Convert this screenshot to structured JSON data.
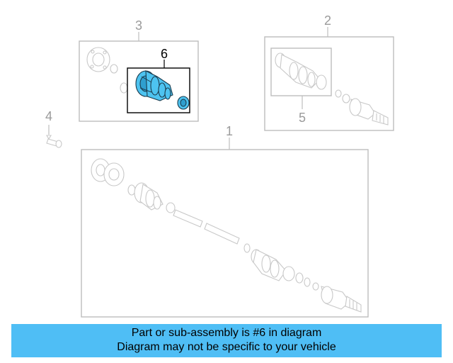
{
  "callouts": {
    "c1": "1",
    "c2": "2",
    "c3": "3",
    "c4": "4",
    "c5": "5",
    "c6": "6"
  },
  "banner": {
    "line1": "Part or sub-assembly is #6 in diagram",
    "line2": "Diagram may not be specific to your vehicle"
  },
  "colors": {
    "highlight": "#4dc3f0",
    "banner": "#4fbef5"
  }
}
